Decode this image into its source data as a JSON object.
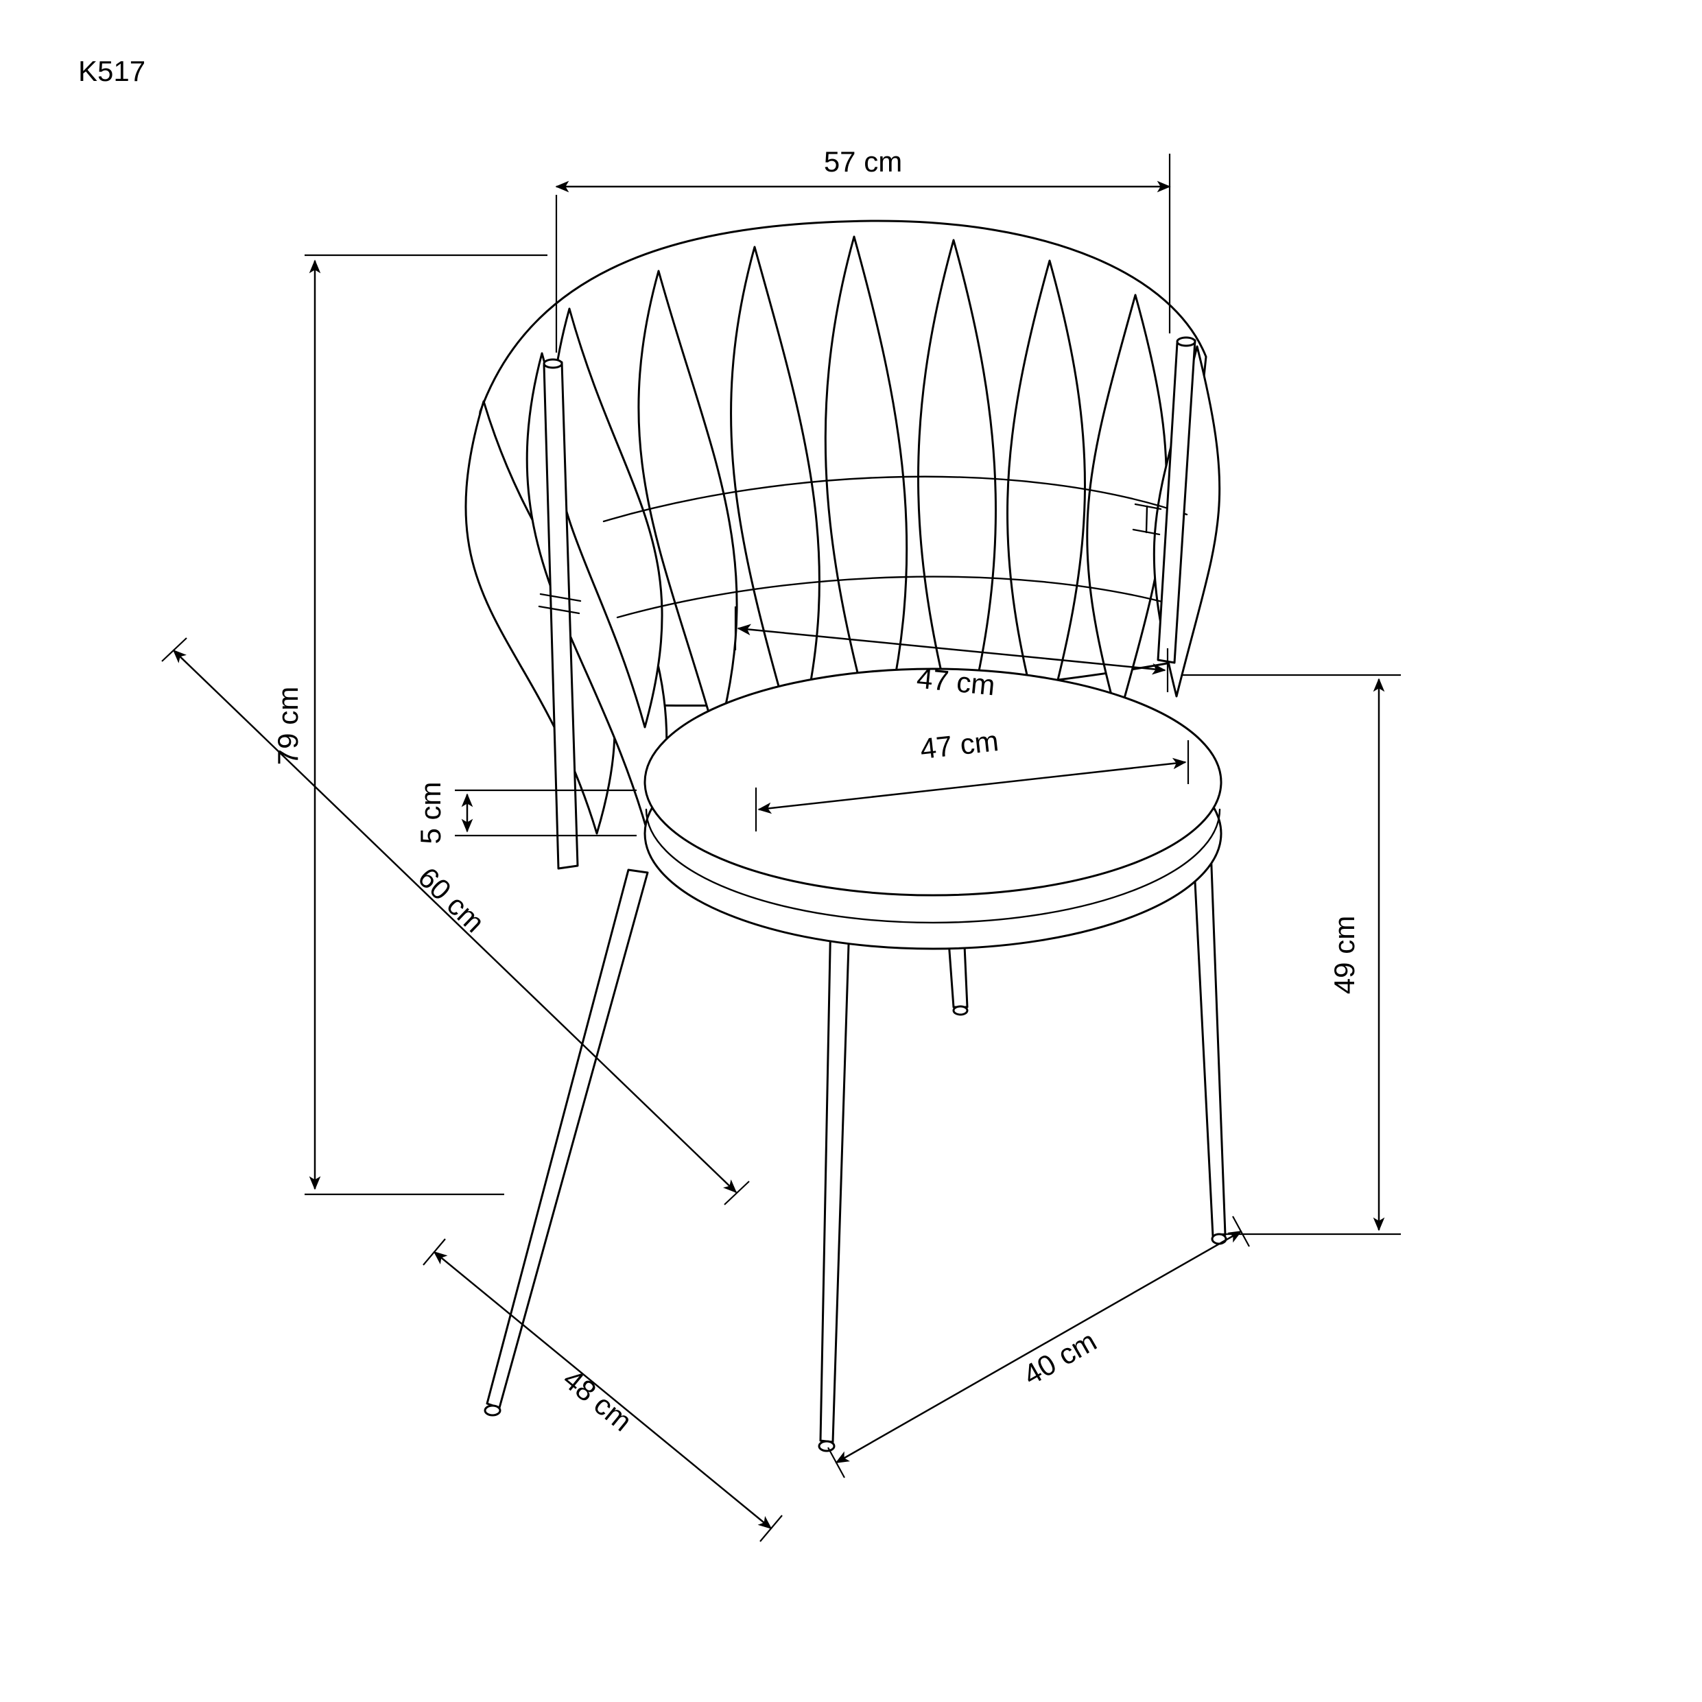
{
  "colors": {
    "background": "#ffffff",
    "ink": "#000000"
  },
  "diagram": {
    "model": "K517",
    "dimensions": {
      "back_width": "57 cm",
      "overall_height": "79 cm",
      "seat_width": "47 cm",
      "seat_depth": "47 cm",
      "cushion_thickness": "5 cm",
      "overall_depth": "60 cm",
      "seat_height": "49 cm",
      "front_leg_span": "48 cm",
      "side_leg_span": "40 cm"
    }
  }
}
